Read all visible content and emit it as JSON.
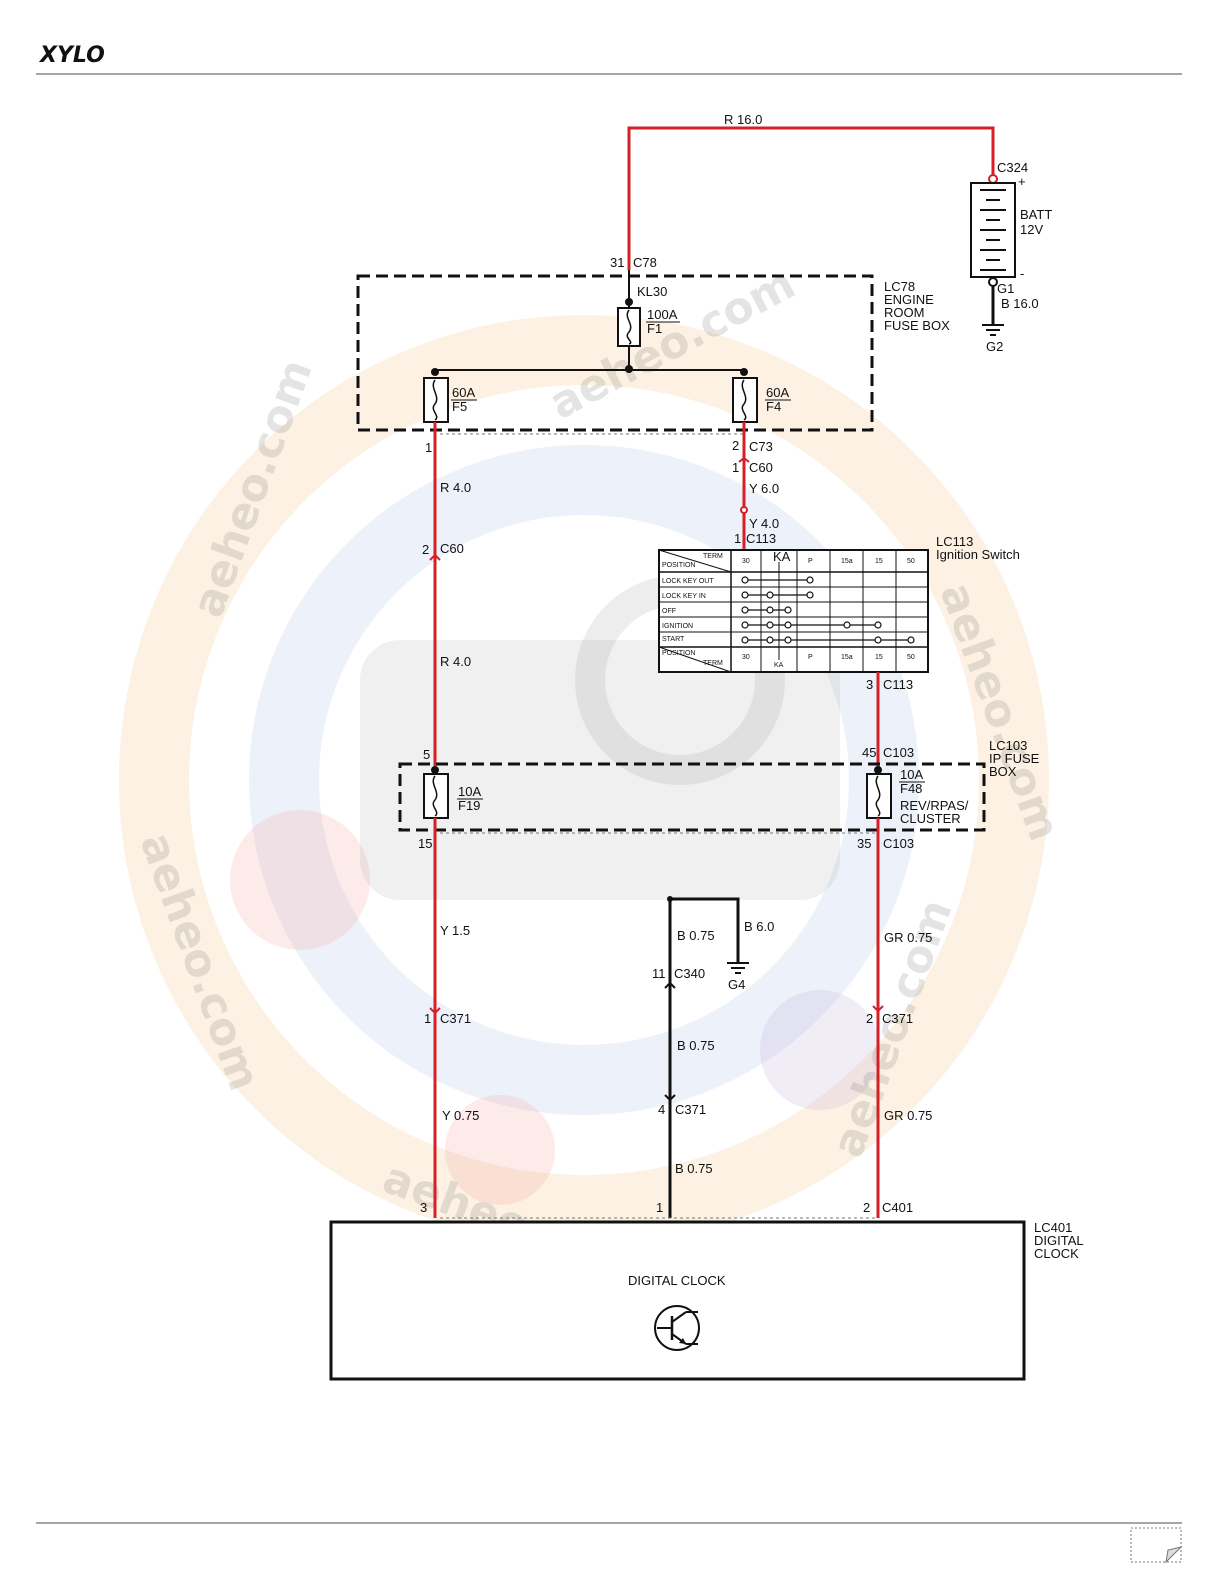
{
  "header": {
    "brand": "XYLO"
  },
  "watermark": "aeheo.com",
  "colors": {
    "red_wire": "#d62027",
    "black_wire": "#111111",
    "frame": "#222222"
  },
  "battery": {
    "id": "C324",
    "name": "BATT",
    "voltage": "12V",
    "plus": "+",
    "minus": "-",
    "ground_conn": "G1",
    "ground_wire": "B 16.0",
    "ground": "G2"
  },
  "engine_fuse_box": {
    "name": "LC78",
    "line1": "ENGINE",
    "line2": "ROOM",
    "line3": "FUSE BOX",
    "kl30": "KL30",
    "f1": {
      "rating": "100A",
      "id": "F1"
    },
    "f5": {
      "rating": "60A",
      "id": "F5"
    },
    "f4": {
      "rating": "60A",
      "id": "F4"
    }
  },
  "ignition": {
    "name": "LC113",
    "title": "Ignition Switch",
    "header_cols": [
      "30",
      "KA",
      "P",
      "15a",
      "15",
      "50"
    ],
    "footer_cols": [
      "30",
      "KA",
      "P",
      "15a",
      "15",
      "50"
    ],
    "diag_top": "TERM",
    "diag_bottom": "POSITION",
    "diag_top2": "POSITION",
    "diag_bottom2": "TERM",
    "rows": [
      "LOCK KEY OUT",
      "LOCK KEY IN",
      "OFF",
      "IGNITION",
      "START"
    ]
  },
  "ip_fuse_box": {
    "name": "LC103",
    "line1": "IP FUSE",
    "line2": "BOX",
    "f19": {
      "rating": "10A",
      "id": "F19"
    },
    "f48": {
      "rating": "10A",
      "id": "F48",
      "desc1": "REV/RPAS/",
      "desc2": "CLUSTER"
    }
  },
  "wires": {
    "top": "R 16.0",
    "r4a": "R 4.0",
    "r4b": "R 4.0",
    "y6": "Y 6.0",
    "y4": "Y 4.0",
    "y15": "Y 1.5",
    "y075": "Y 0.75",
    "b075a": "B 0.75",
    "b6": "B 6.0",
    "b075b": "B 0.75",
    "b075c": "B 0.75",
    "gr075a": "GR 0.75",
    "gr075b": "GR 0.75"
  },
  "connectors": {
    "c78_pin": "31",
    "c78": "C78",
    "c73_pin": "2",
    "c73": "C73",
    "c60a_pin": "1",
    "c60a": "C60",
    "c113a_pin": "1",
    "c113a": "C113",
    "f5_pin": "1",
    "c60b_pin": "2",
    "c60b": "C60",
    "c113b_pin": "3",
    "c113b": "C113",
    "c103a_pin": "45",
    "c103a": "C103",
    "c103b_pin": "35",
    "c103b": "C103",
    "f19_in": "5",
    "f19_out": "15",
    "c340_pin": "11",
    "c340": "C340",
    "g4": "G4",
    "c371a_pin": "1",
    "c371a": "C371",
    "c371b_pin": "4",
    "c371b": "C371",
    "c371c_pin": "2",
    "c371c": "C371",
    "c401_p3": "3",
    "c401_p1": "1",
    "c401_p2": "2",
    "c401": "C401"
  },
  "clock": {
    "name": "LC401",
    "line1": "DIGITAL",
    "line2": "CLOCK",
    "inner": "DIGITAL CLOCK"
  }
}
